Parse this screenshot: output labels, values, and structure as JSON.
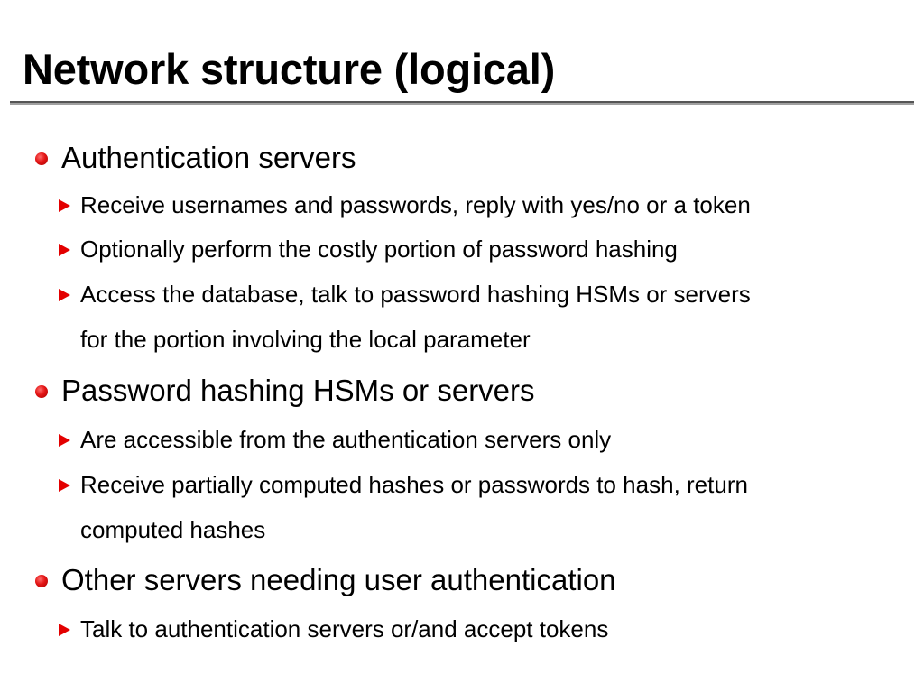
{
  "slide": {
    "title": "Network structure (logical)",
    "sections": [
      {
        "heading": "Authentication servers",
        "items": [
          [
            "Receive usernames and passwords, reply with yes/no or a token"
          ],
          [
            "Optionally perform the costly portion of password hashing"
          ],
          [
            "Access the database, talk to password hashing HSMs or servers",
            "for the portion involving the local parameter"
          ]
        ]
      },
      {
        "heading": "Password hashing HSMs or servers",
        "items": [
          [
            "Are accessible from the authentication servers only"
          ],
          [
            "Receive partially computed hashes or passwords to hash, return",
            "computed hashes"
          ]
        ]
      },
      {
        "heading": "Other servers needing user authentication",
        "items": [
          [
            "Talk to authentication servers or/and accept tokens"
          ]
        ]
      }
    ],
    "colors": {
      "bullet": "#e31515",
      "subbullet": "#e30000",
      "rule": "#555555"
    },
    "icons": {
      "level1": "red-sphere-bullet",
      "level2": "red-triangle-bullet"
    }
  }
}
